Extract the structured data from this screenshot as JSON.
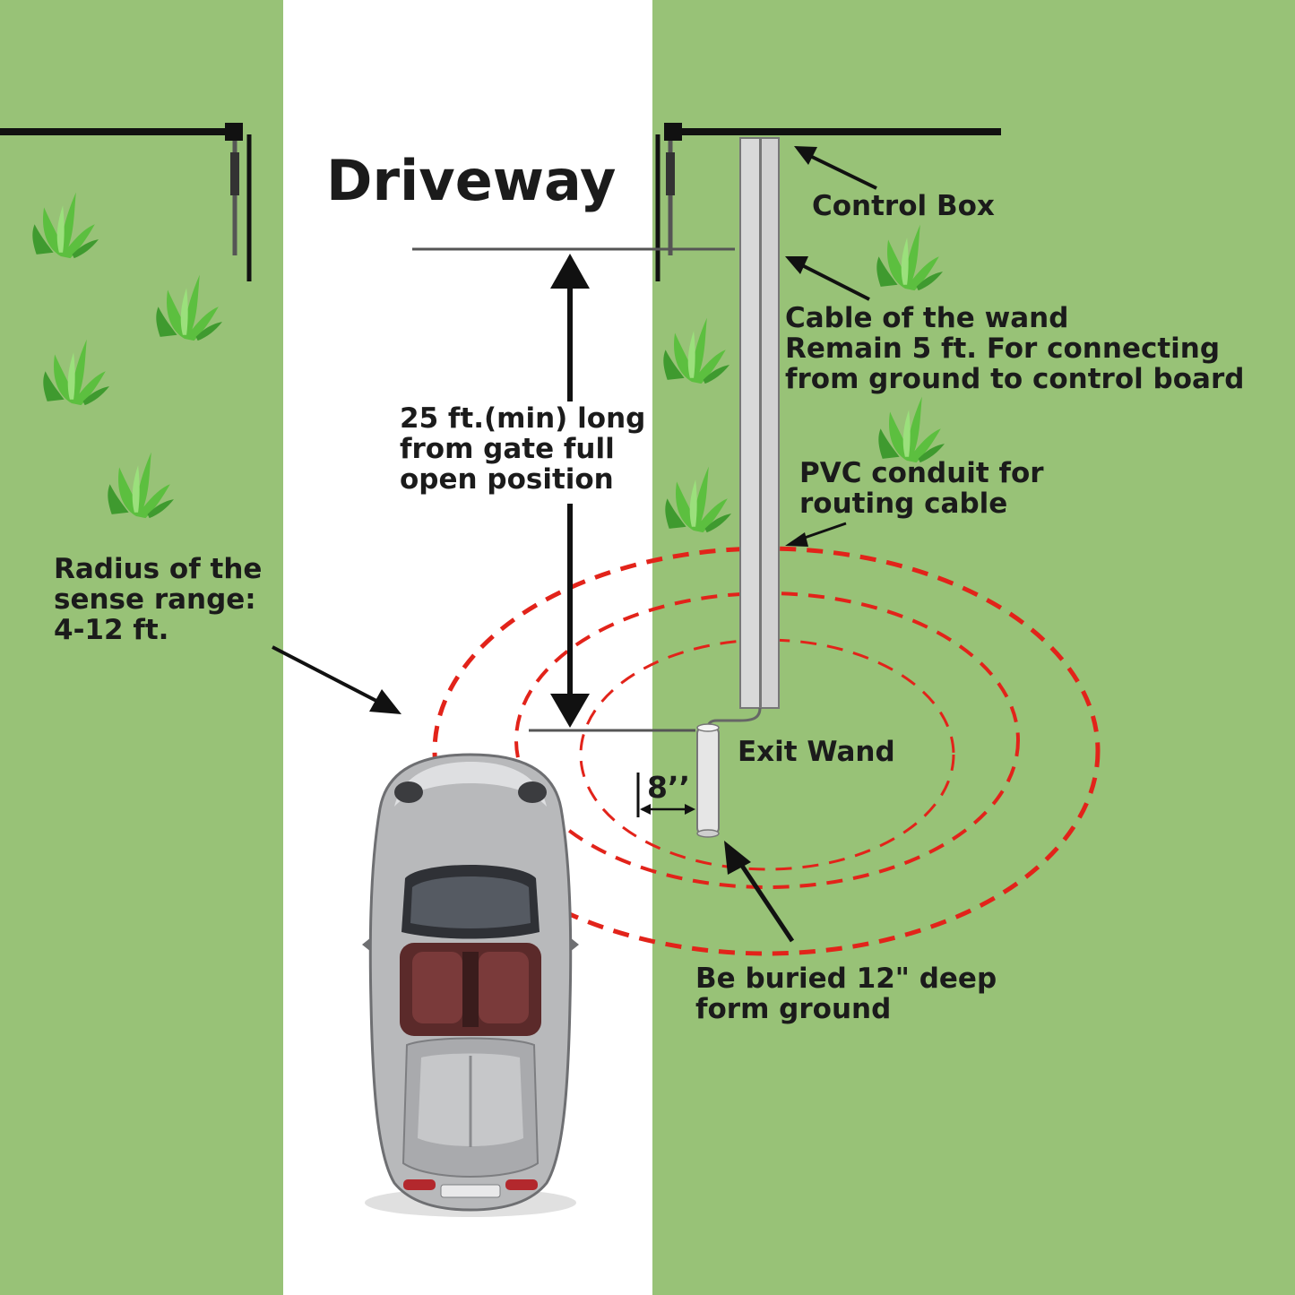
{
  "colors": {
    "grass": "#98c277",
    "driveway": "#ffffff",
    "text": "#1b1b1b",
    "sense_range": "#e2231a",
    "conduit": "#d9d9d9",
    "gate": "#111111",
    "plant": "#5cbf3f"
  },
  "title": "Driveway",
  "labels": {
    "control_box": "Control Box",
    "cable": "Cable of the wand\nRemain 5 ft. For connecting\nfrom ground to control board",
    "pvc": "PVC conduit for\nrouting cable",
    "distance": "25 ft.(min) long\nfrom gate full\nopen position",
    "radius": "Radius of the\nsense range:\n4-12 ft.",
    "exit_wand": "Exit Wand",
    "offset": "8’’",
    "buried": "Be buried 12\" deep\nform ground"
  },
  "icons": {
    "vehicle": "car-icon",
    "plant": "grass-tuft-icon",
    "gate_arm": "gate-opener-icon"
  }
}
